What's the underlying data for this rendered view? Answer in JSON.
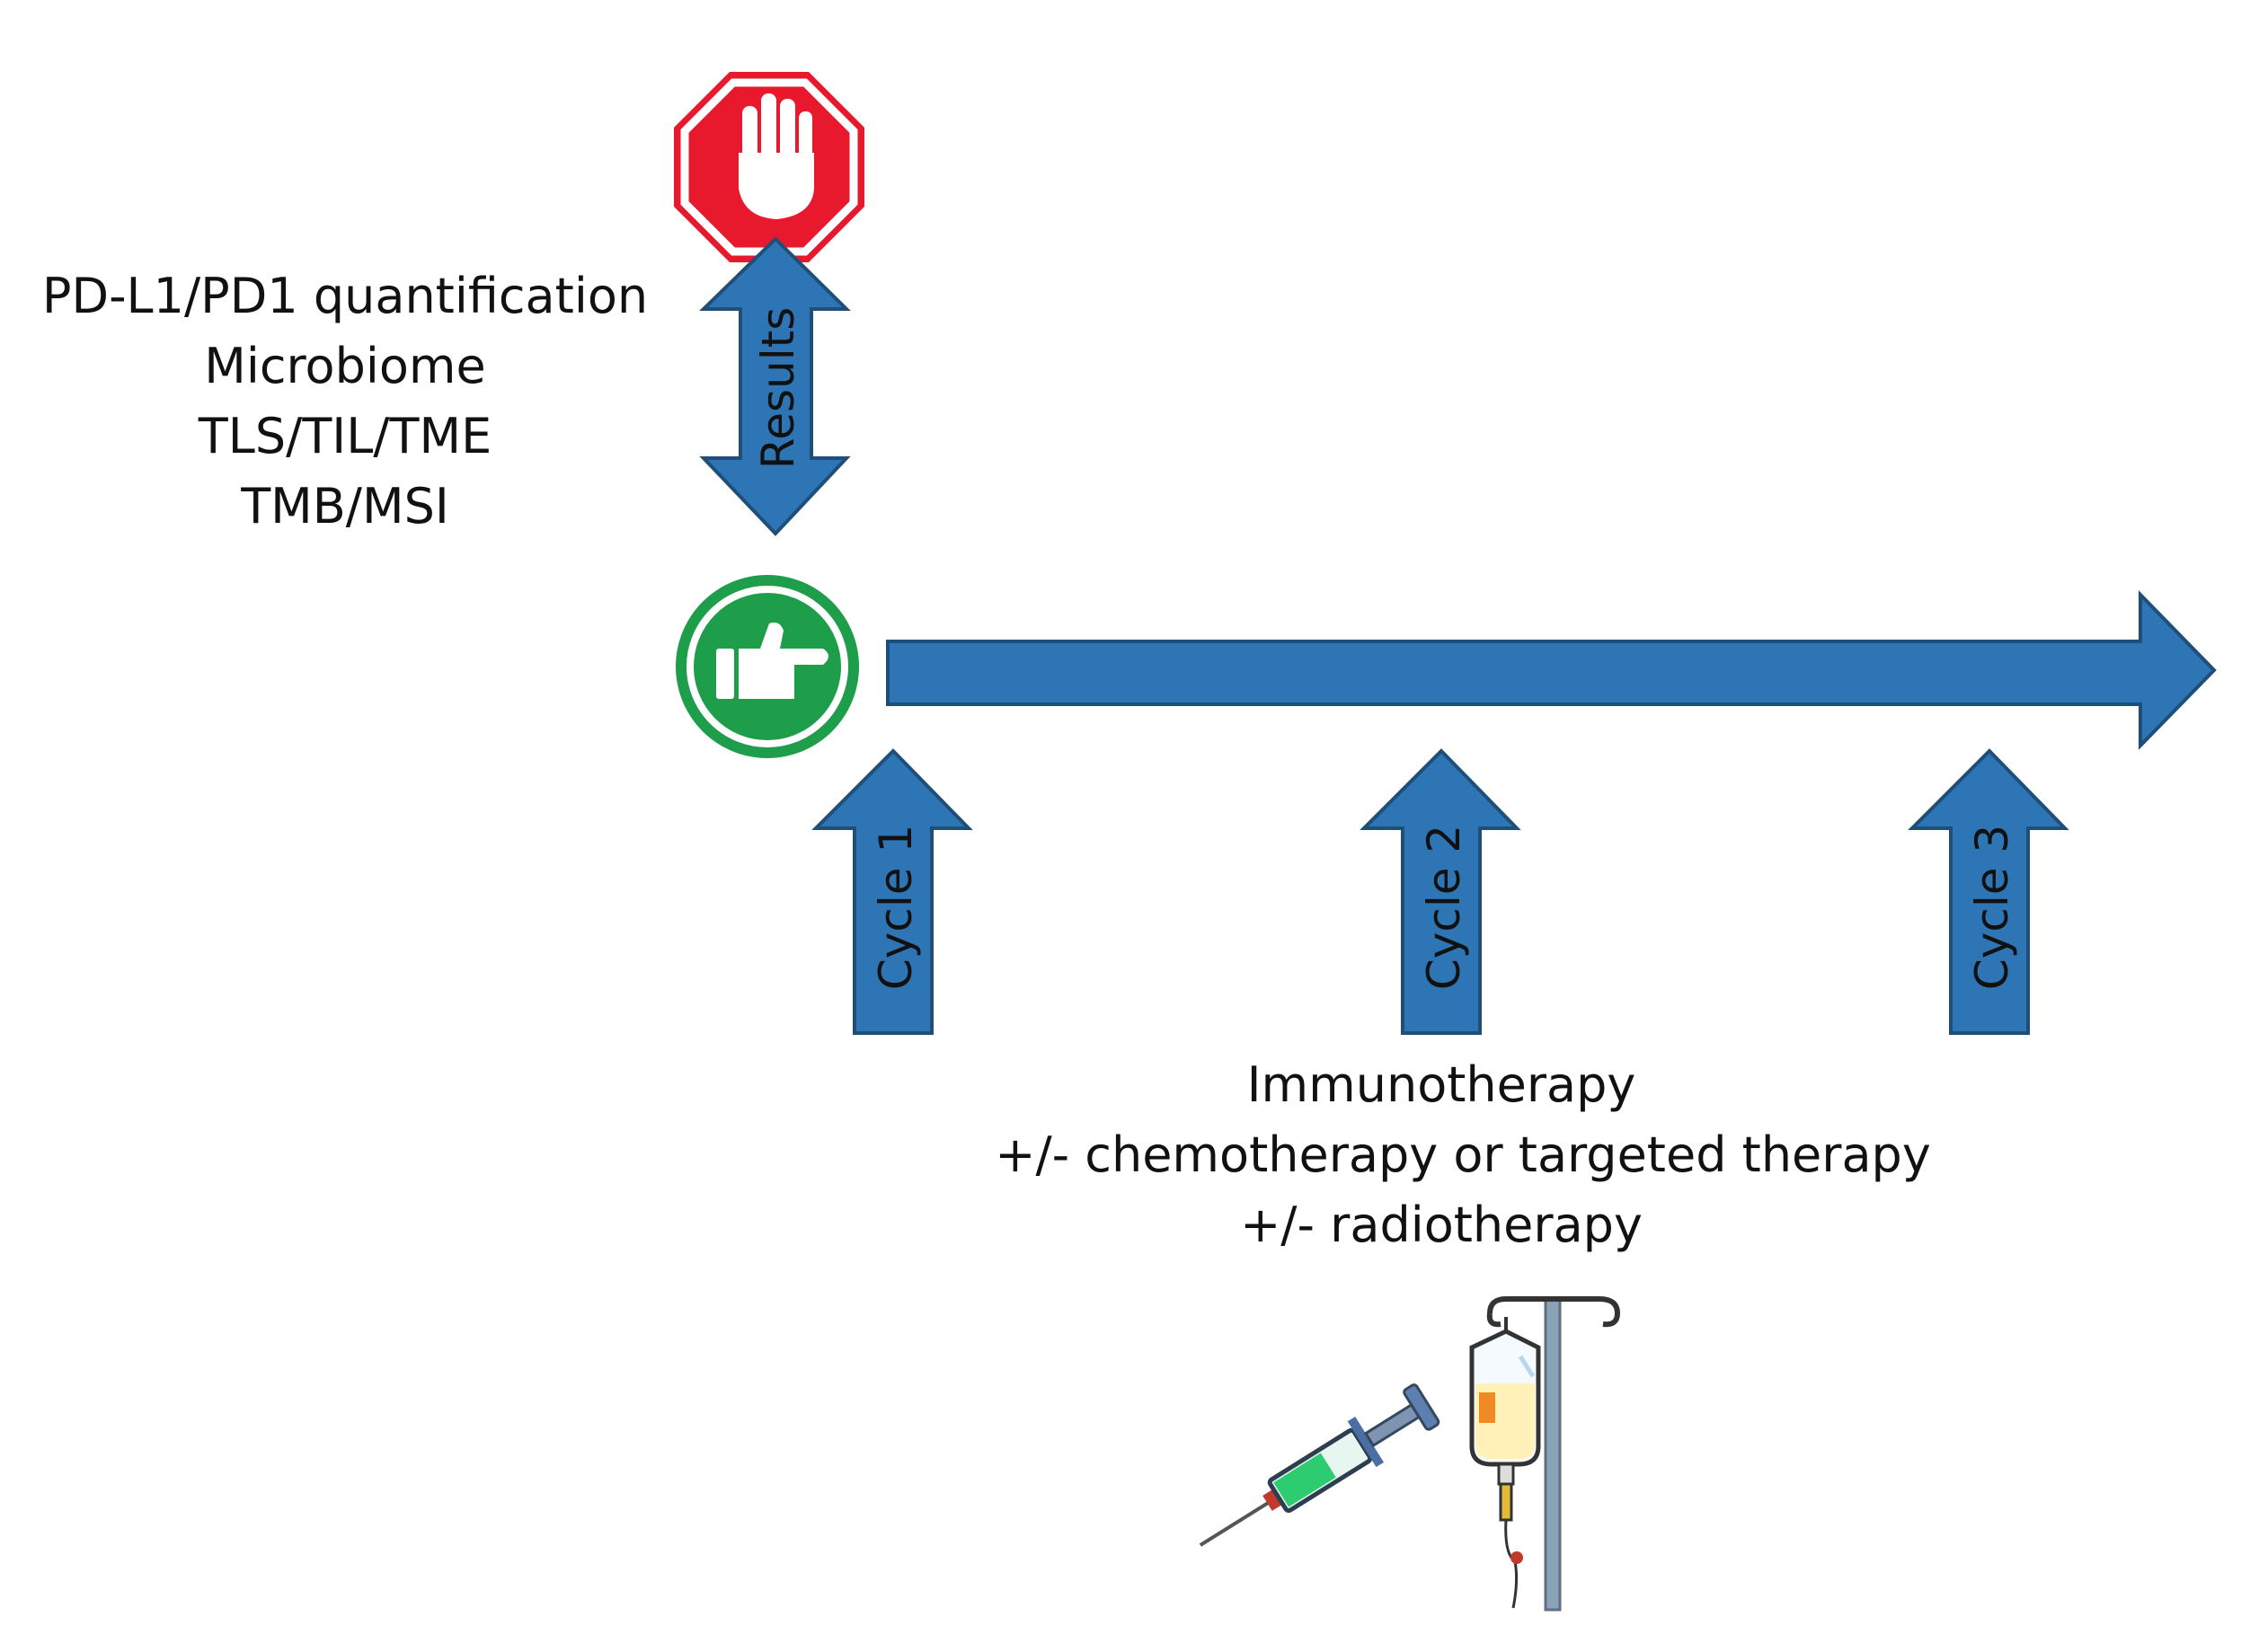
{
  "biomarkers": {
    "lines": [
      "PD-L1/PD1 quantification",
      "Microbiome",
      "TLS/TIL/TME",
      "TMB/MSI"
    ]
  },
  "results_label": "Results",
  "cycles": [
    {
      "label": "Cycle 1"
    },
    {
      "label": "Cycle 2"
    },
    {
      "label": "Cycle 3"
    }
  ],
  "therapy": {
    "lines": [
      "Immunotherapy",
      "+/- chemotherapy or targeted therapy",
      "+/- radiotherapy"
    ]
  },
  "icons": {
    "stop": "stop-hand-icon",
    "go": "thumbs-up-go-icon",
    "syringe": "syringe-icon",
    "iv": "iv-drip-icon"
  },
  "colors": {
    "arrow_fill": "#2e75b6",
    "arrow_stroke": "#1f4e79",
    "stop_red": "#e8192c",
    "go_green": "#1e9e4a"
  }
}
